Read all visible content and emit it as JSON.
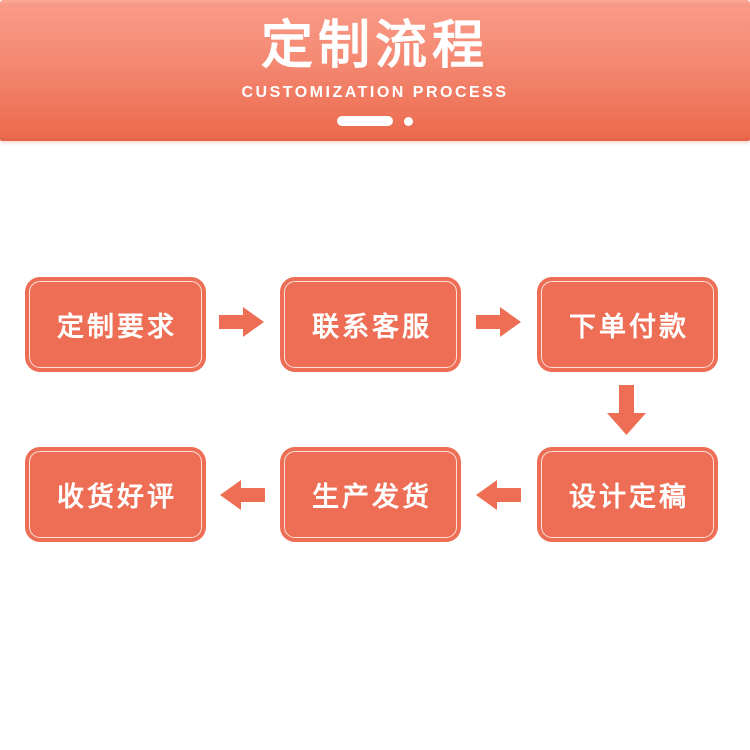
{
  "theme": {
    "banner_gradient_top": "#F89B88",
    "banner_gradient_bottom": "#EB6A4E",
    "coral_accent": "#ED6E54",
    "text_color": "#FFFFFF"
  },
  "banner": {
    "title": "定制流程",
    "subtitle": "CUSTOMIZATION PROCESS"
  },
  "flow": {
    "sequence_note": "steps run 1-2-3 left-to-right on top row, then down, then 4-5-6 right-to-left on bottom row",
    "row1": [
      {
        "step": 1,
        "label": "定制要求"
      },
      {
        "step": 2,
        "label": "联系客服"
      },
      {
        "step": 3,
        "label": "下单付款"
      }
    ],
    "row2": [
      {
        "step": 6,
        "label": "收货好评"
      },
      {
        "step": 5,
        "label": "生产发货"
      },
      {
        "step": 4,
        "label": "设计定稿"
      }
    ]
  }
}
